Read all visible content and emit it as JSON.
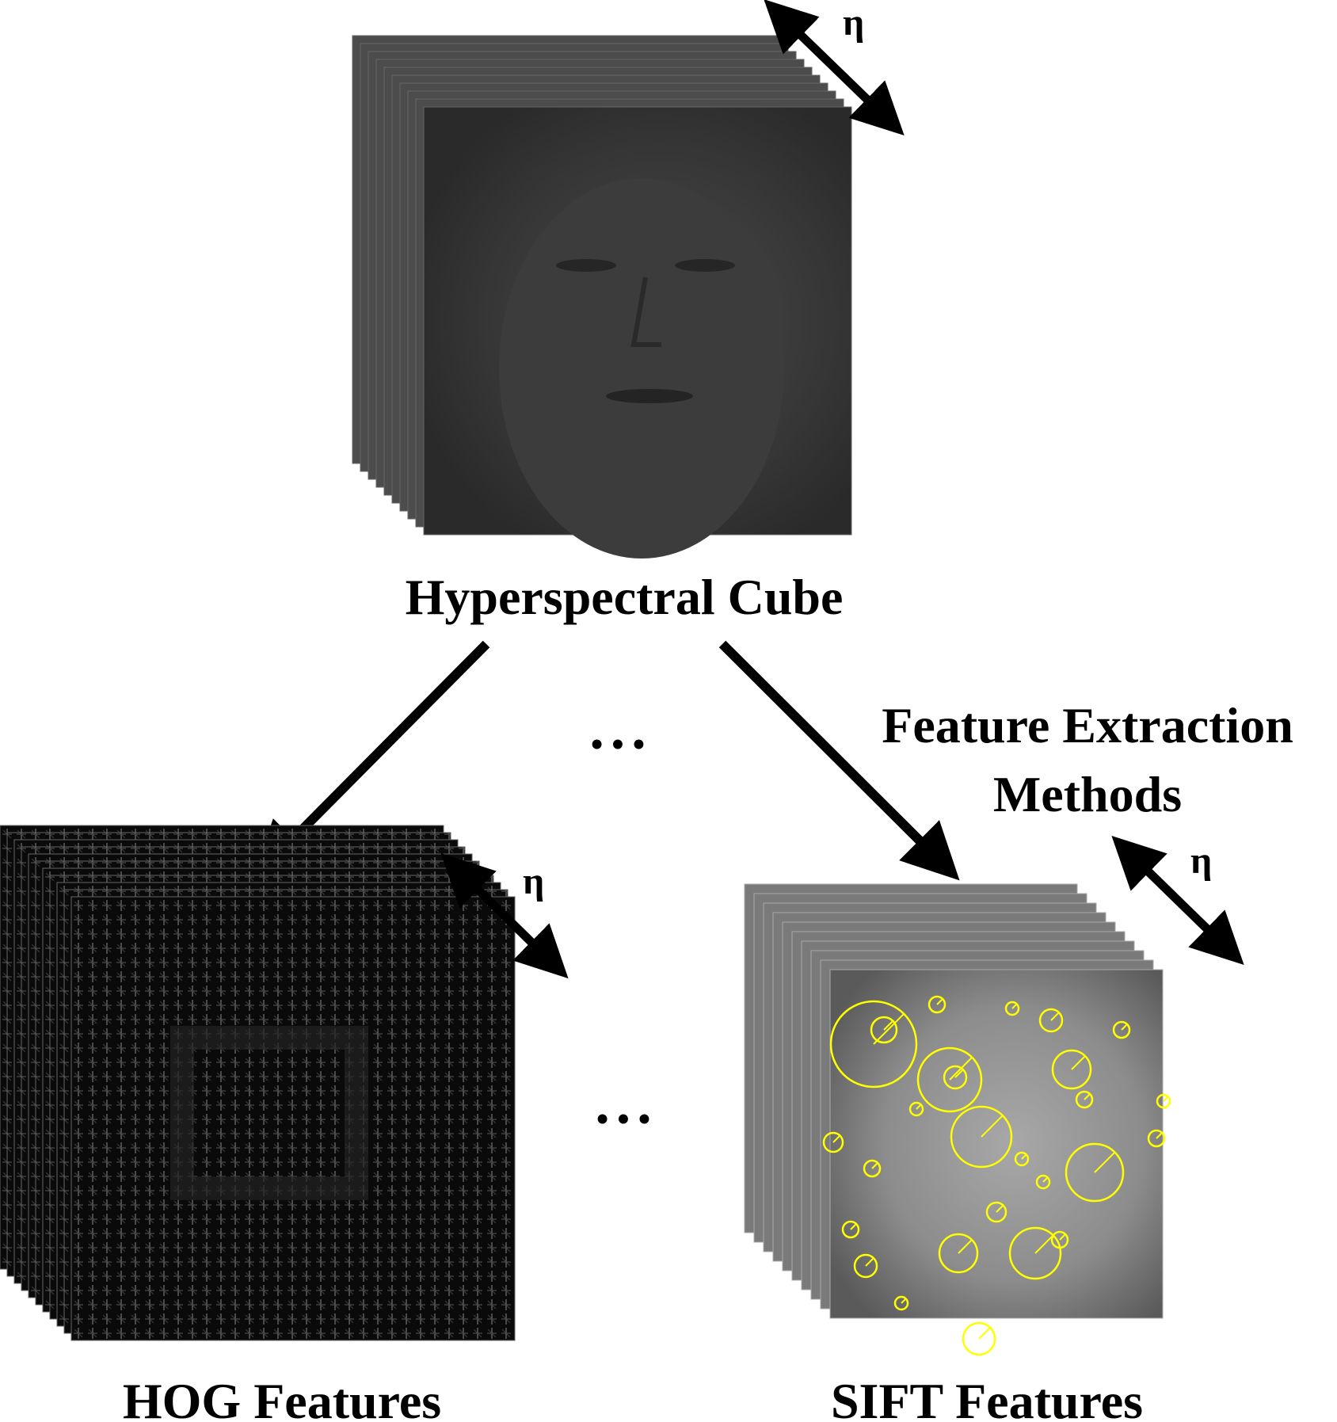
{
  "labels": {
    "cube": "Hyperspectral Cube",
    "extraction_line1": "Feature Extraction",
    "extraction_line2": "Methods",
    "hog": "HOG Features",
    "sift": "SIFT Features"
  },
  "symbols": {
    "band_axis": "η",
    "ellipsis": "• • •"
  },
  "colors": {
    "ink": "#000000",
    "sift_keypoint": "#ffff00",
    "cube_face": "#3a3a3a",
    "hog_background": "#0a0a0a",
    "sift_face": "#8e8e8e"
  }
}
